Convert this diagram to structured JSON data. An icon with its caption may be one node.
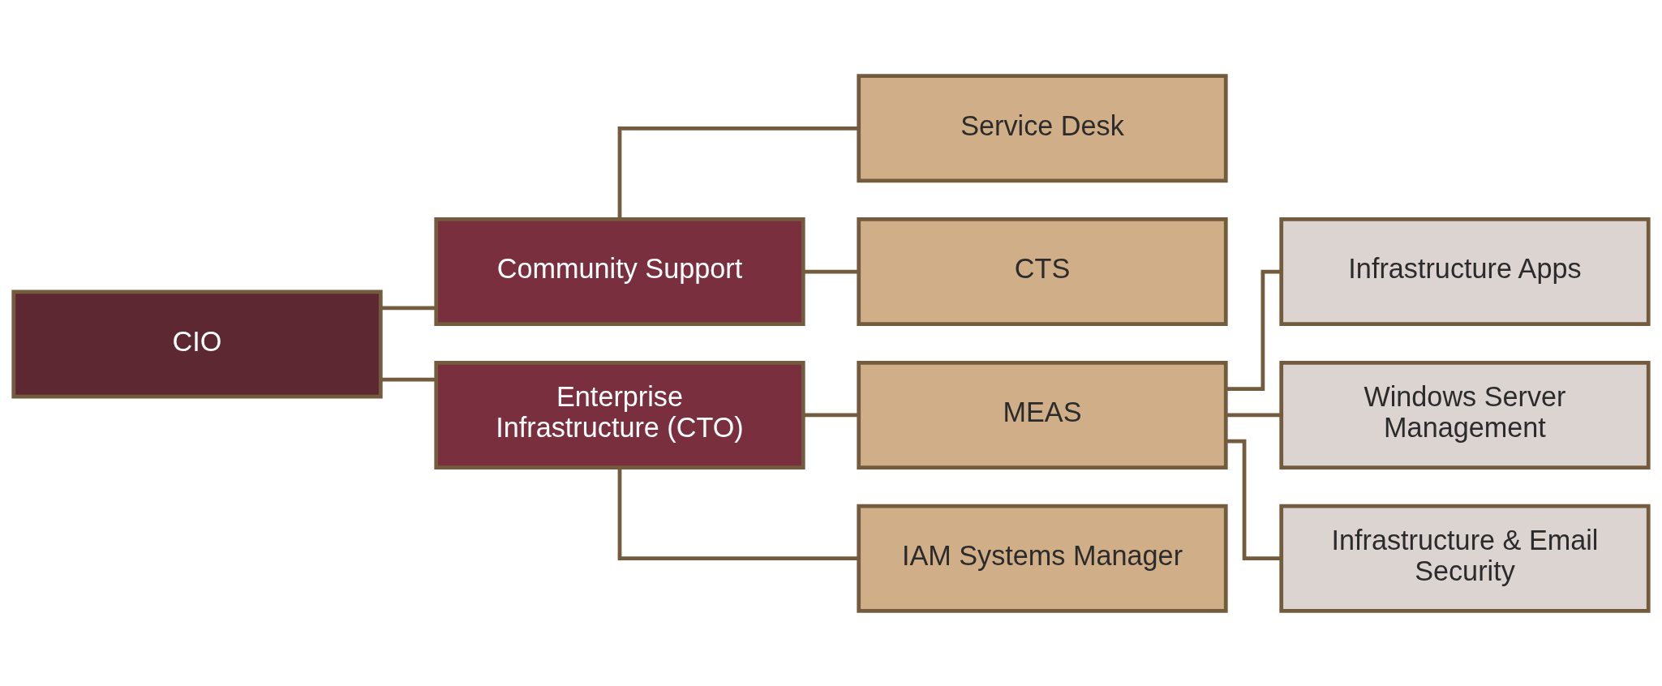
{
  "diagram": {
    "nodes": [
      {
        "text": [
          "CIO"
        ]
      },
      {
        "text": [
          "Community Support"
        ]
      },
      {
        "text": [
          "Enterprise Infrastructure (CTO)"
        ]
      },
      {
        "text": [
          "Service Desk"
        ]
      },
      {
        "text": [
          "CTS"
        ]
      },
      {
        "text": [
          "MEAS"
        ]
      },
      {
        "text": [
          "IAM Systems Manager"
        ]
      },
      {
        "text": [
          "Infrastructure Apps"
        ]
      },
      {
        "text": [
          "Windows Server Management"
        ]
      },
      {
        "text": [
          "Infrastructure & Email Security"
        ]
      }
    ],
    "edges": [
      {
        "from": 0,
        "to": 1,
        "arrow": "none"
      },
      {
        "from": 0,
        "to": 2,
        "arrow": "none"
      },
      {
        "from": 1,
        "to": 3,
        "arrow": "none"
      },
      {
        "from": 1,
        "to": 4,
        "arrow": "none"
      },
      {
        "from": 2,
        "to": 5,
        "arrow": "none"
      },
      {
        "from": 2,
        "to": 6,
        "arrow": "none"
      },
      {
        "from": 5,
        "to": 7,
        "arrow": "none"
      },
      {
        "from": 5,
        "to": 8,
        "arrow": "none"
      },
      {
        "from": 5,
        "to": 9,
        "arrow": "none"
      }
    ]
  }
}
